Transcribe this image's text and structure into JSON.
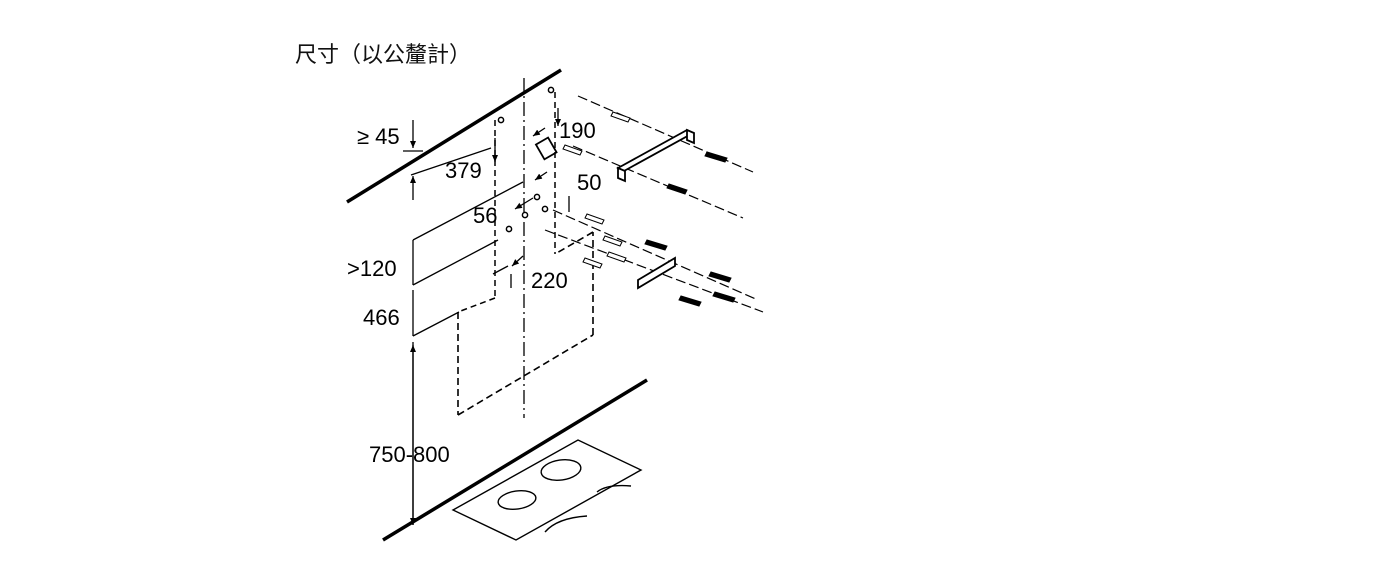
{
  "title": "尺寸（以公釐計）",
  "dimensions": {
    "min_gap": "≥ 45",
    "d379": "379",
    "d190": "190",
    "d50": "50",
    "d56": "56",
    "d120": ">120",
    "d220": "220",
    "d466": "466",
    "d750": "750-800"
  },
  "colors": {
    "line": "#000000",
    "background": "#ffffff"
  }
}
